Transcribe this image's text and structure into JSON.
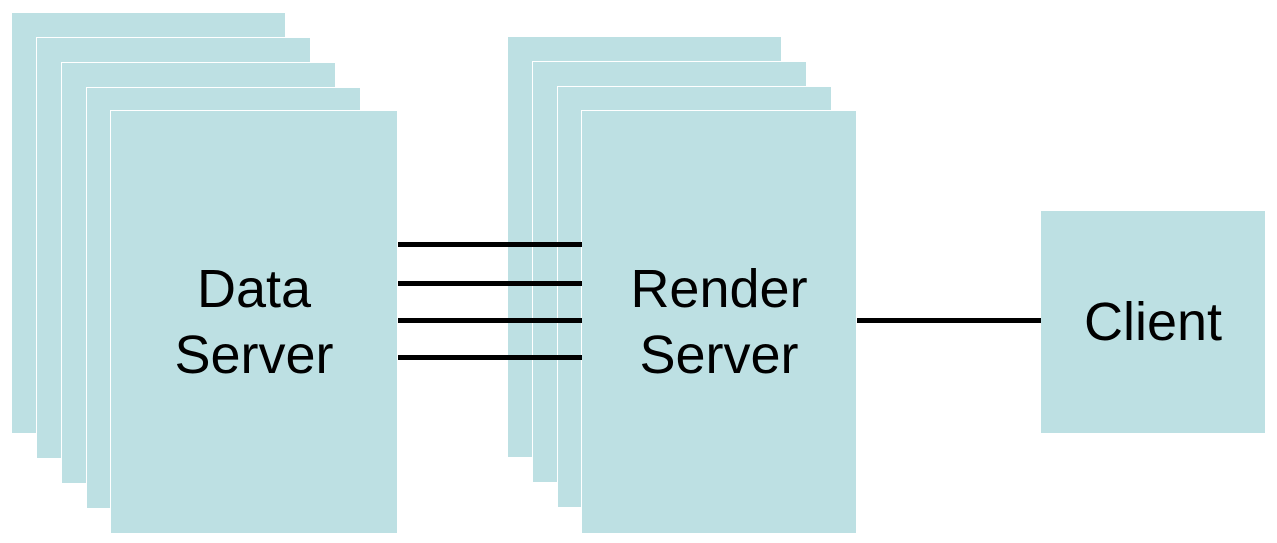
{
  "diagram": {
    "data_server": {
      "label": "Data\nServer",
      "stack_count": 5
    },
    "render_server": {
      "label": "Render\nServer",
      "stack_count": 4
    },
    "client": {
      "label": "Client"
    },
    "links": {
      "data_to_render": 4,
      "render_to_client": 1
    },
    "colors": {
      "node_fill": "#bde0e3",
      "line": "#000000",
      "text": "#000000",
      "background": "#ffffff"
    }
  }
}
